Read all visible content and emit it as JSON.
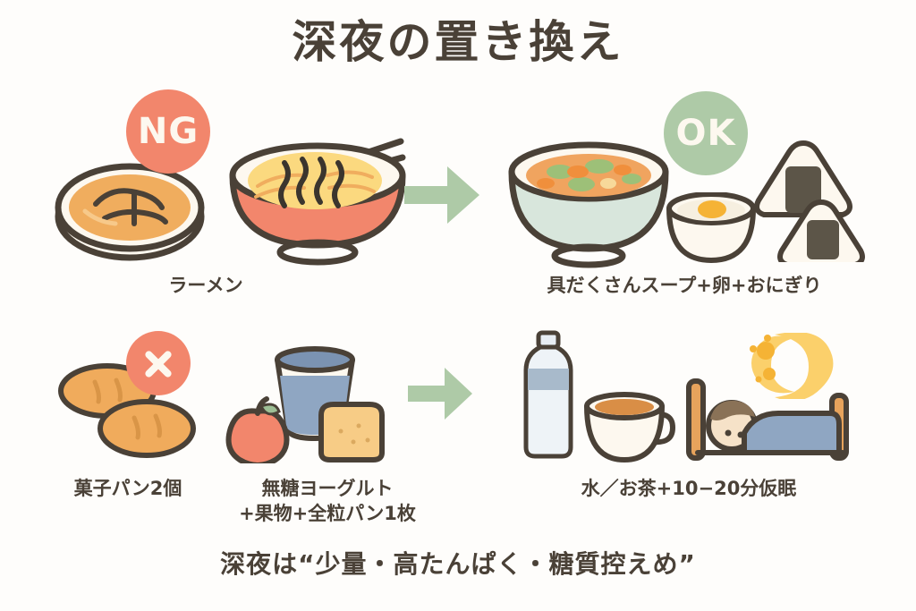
{
  "poster": {
    "title": "深夜の置き換え",
    "footer_note": "深夜は“少量・高たんぱく・糖質控えめ”",
    "colors": {
      "ng_badge": "#f2866c",
      "ok_badge": "#aecaa7",
      "arrow": "#aecaa7",
      "ink": "#4a4137",
      "background": "#fefdfb"
    }
  },
  "rows": [
    {
      "id": "row-1",
      "badge_ng": "NG",
      "badge_ok": "OK",
      "arrow": "arrow-right-icon",
      "before_caption": "ラーメン",
      "after_caption": "具だくさんスープ+卵+おにぎり",
      "before_items": [
        "curry-plate-icon",
        "ramen-bowl-icon"
      ],
      "after_items": [
        "vegetable-soup-bowl-icon",
        "egg-bowl-icon",
        "onigiri-icon"
      ]
    },
    {
      "id": "row-2",
      "badge_x": "×",
      "arrow": "arrow-right-icon",
      "before_caption_1": "菓子パン2個",
      "before_caption_2_line1": "無糖ヨーグルト",
      "before_caption_2_line2": "+果物+全粒パン1枚",
      "after_caption": "水／お茶+10−20分仮眠",
      "before_items": [
        "sweet-buns-icon",
        "apple-icon",
        "yogurt-cup-icon",
        "toast-slice-icon"
      ],
      "after_items": [
        "water-bottle-icon",
        "tea-cup-icon",
        "sleeping-person-icon",
        "crescent-moon-icon"
      ]
    }
  ]
}
